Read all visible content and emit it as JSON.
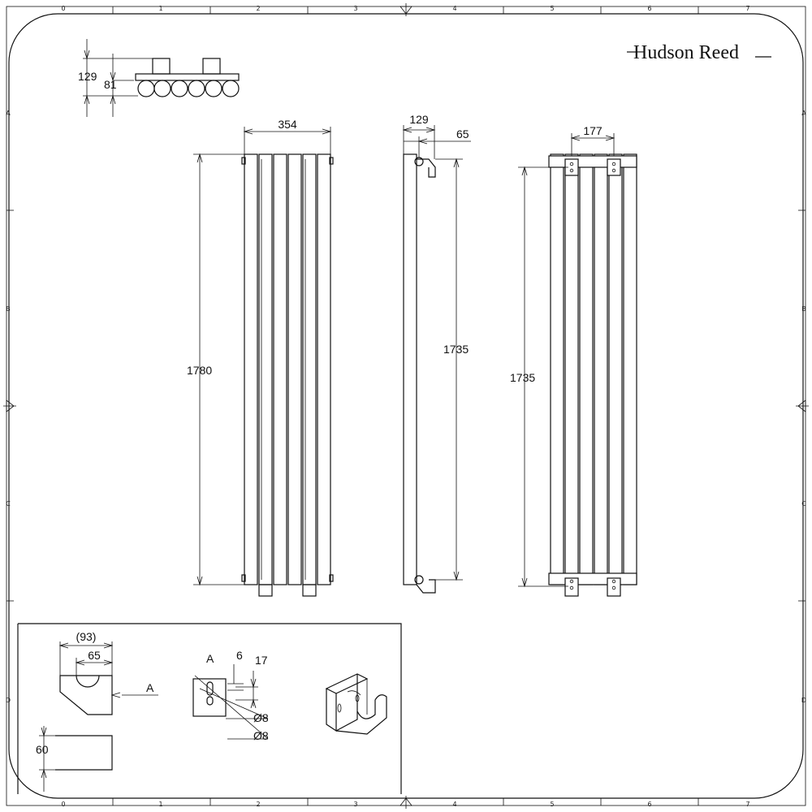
{
  "brand": {
    "name": "Hudson Reed",
    "colors": {
      "line": "#111111",
      "background": "#ffffff"
    }
  },
  "grid": {
    "columns": [
      "0",
      "1",
      "2",
      "3",
      "4",
      "5",
      "6",
      "7"
    ],
    "rows": [
      "A",
      "B",
      "C",
      "D"
    ]
  },
  "top_view": {
    "dims": {
      "total_depth": "129",
      "tube_depth": "81"
    }
  },
  "front_view": {
    "dims": {
      "width": "354",
      "height": "1780"
    }
  },
  "side_view": {
    "dims": {
      "depth": "129",
      "wall_gap": "65",
      "height": "1735"
    }
  },
  "rear_view": {
    "dims": {
      "bracket_centres": "177",
      "height": "1735"
    }
  },
  "bracket_detail": {
    "dims": {
      "overall": "(93)",
      "depth": "65",
      "height": "60",
      "slot_width": "6",
      "slot_pitch": "17",
      "hole_1": "Ø8",
      "hole_2": "Ø8"
    },
    "labels": {
      "view_arrow": "A",
      "view_name": "A"
    }
  }
}
